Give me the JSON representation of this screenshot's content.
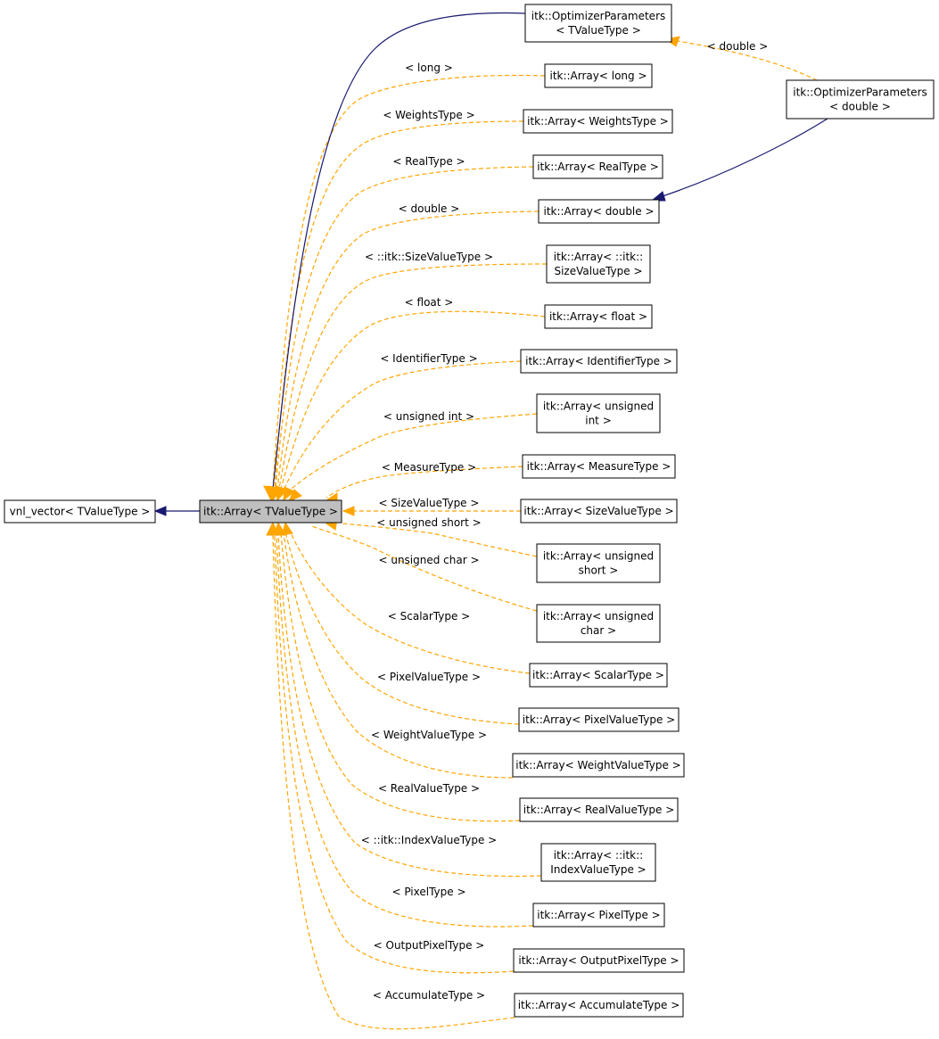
{
  "colors": {
    "template_edge": "#ffa500",
    "inheritance_edge": "#191970",
    "focus_fill": "#bfbfbf",
    "node_fill": "#ffffff"
  },
  "nodes": {
    "vnl_vector": [
      "vnl_vector< TValueType >"
    ],
    "array_base": [
      "itk::Array< TValueType >"
    ],
    "optparams_t": [
      "itk::OptimizerParameters",
      "< TValueType >"
    ],
    "optparams_double": [
      "itk::OptimizerParameters",
      "< double >"
    ],
    "array_long": [
      "itk::Array< long >"
    ],
    "array_weights": [
      "itk::Array< WeightsType >"
    ],
    "array_real": [
      "itk::Array< RealType >"
    ],
    "array_double": [
      "itk::Array< double >"
    ],
    "array_itk_size": [
      "itk::Array< ::itk::",
      "SizeValueType >"
    ],
    "array_float": [
      "itk::Array< float >"
    ],
    "array_identifier": [
      "itk::Array< IdentifierType >"
    ],
    "array_uint": [
      "itk::Array< unsigned",
      "int >"
    ],
    "array_measure": [
      "itk::Array< MeasureType >"
    ],
    "array_sizevalue": [
      "itk::Array< SizeValueType >"
    ],
    "array_ushort": [
      "itk::Array< unsigned",
      "short >"
    ],
    "array_uchar": [
      "itk::Array< unsigned",
      "char >"
    ],
    "array_scalar": [
      "itk::Array< ScalarType >"
    ],
    "array_pixelvalue": [
      "itk::Array< PixelValueType >"
    ],
    "array_weightvalue": [
      "itk::Array< WeightValueType >"
    ],
    "array_realvalue": [
      "itk::Array< RealValueType >"
    ],
    "array_itk_index": [
      "itk::Array< ::itk::",
      "IndexValueType >"
    ],
    "array_pixel": [
      "itk::Array< PixelType >"
    ],
    "array_outputpixel": [
      "itk::Array< OutputPixelType >"
    ],
    "array_accumulate": [
      "itk::Array< AccumulateType >"
    ]
  },
  "edge_labels": {
    "optparams_double": "< double >",
    "array_long": "< long >",
    "array_weights": "< WeightsType >",
    "array_real": "< RealType >",
    "array_double": "< double >",
    "array_itk_size": "< ::itk::SizeValueType >",
    "array_float": "< float >",
    "array_identifier": "< IdentifierType >",
    "array_uint": "< unsigned int >",
    "array_measure": "< MeasureType >",
    "array_sizevalue": "< SizeValueType >",
    "array_ushort": "< unsigned short >",
    "array_uchar": "< unsigned char >",
    "array_scalar": "< ScalarType >",
    "array_pixelvalue": "< PixelValueType >",
    "array_weightvalue": "< WeightValueType >",
    "array_realvalue": "< RealValueType >",
    "array_itk_index": "< ::itk::IndexValueType >",
    "array_pixel": "< PixelType >",
    "array_outputpixel": "< OutputPixelType >",
    "array_accumulate": "< AccumulateType >"
  }
}
